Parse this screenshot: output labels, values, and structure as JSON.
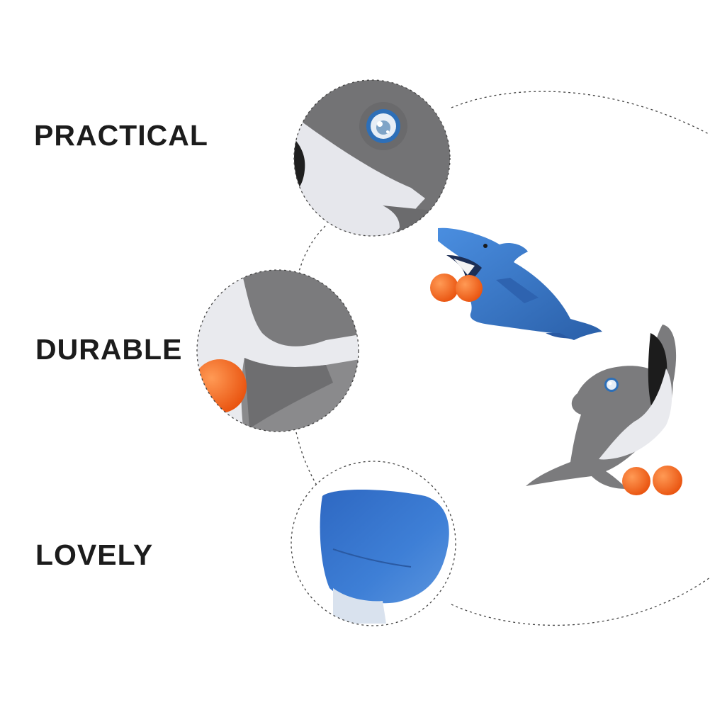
{
  "features": [
    {
      "id": "practical",
      "label": "PRACTICAL"
    },
    {
      "id": "durable",
      "label": "DURABLE"
    },
    {
      "id": "lovely",
      "label": "LOVELY"
    }
  ],
  "colors": {
    "text": "#1c1c1c",
    "shark_blue": "#3b78c8",
    "dolphin_grey": "#7b7b7d",
    "ball_orange": "#f56a1f",
    "dashed_line": "#444444"
  },
  "products": [
    {
      "name": "shark-ball-launcher"
    },
    {
      "name": "dolphin-ball-launcher"
    }
  ]
}
